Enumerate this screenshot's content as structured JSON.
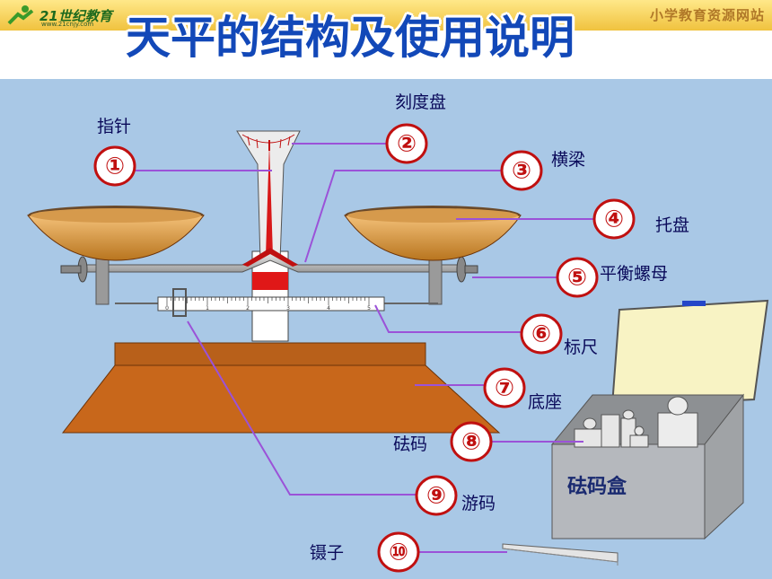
{
  "title": "天平的结构及使用说明",
  "header": {
    "logo_text": "21世纪教育",
    "logo_url": "www.21cnjy.com",
    "site_name": "小学教育资源网站"
  },
  "box_label": "砝码盒",
  "parts": [
    {
      "num": "①",
      "label": "指针"
    },
    {
      "num": "②",
      "label": "刻度盘"
    },
    {
      "num": "③",
      "label": "横梁"
    },
    {
      "num": "④",
      "label": "托盘"
    },
    {
      "num": "⑤",
      "label": "平衡螺母"
    },
    {
      "num": "⑥",
      "label": "标尺"
    },
    {
      "num": "⑦",
      "label": "底座"
    },
    {
      "num": "⑧",
      "label": "砝码"
    },
    {
      "num": "⑨",
      "label": "游码"
    },
    {
      "num": "⑩",
      "label": "镊子"
    }
  ],
  "scale_ticks": [
    "0",
    "1",
    "2",
    "3",
    "4",
    "5"
  ],
  "colors": {
    "background": "#a9c8e6",
    "title": "#1248b8",
    "callout": "#c01010",
    "base": "#c8671b",
    "box": "#b5b8bd"
  }
}
